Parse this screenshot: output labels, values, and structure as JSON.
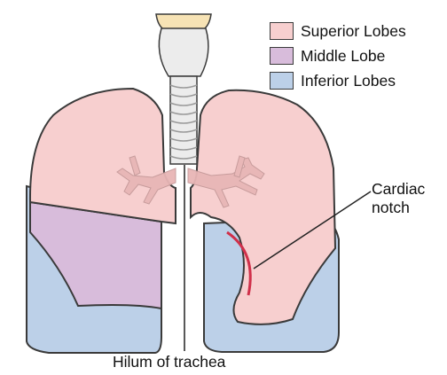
{
  "legend": {
    "items": [
      {
        "label": "Superior Lobes",
        "color": "#f7cfcf"
      },
      {
        "label": "Middle Lobe",
        "color": "#d8bcdb"
      },
      {
        "label": "Inferior Lobes",
        "color": "#bcd0e8"
      }
    ]
  },
  "annotations": {
    "cardiac_line1": "Cardiac",
    "cardiac_line2": "notch",
    "hilum": "Hilum of trachea"
  },
  "colors": {
    "outline": "#3a3a3a",
    "trachea": "#ececec",
    "larynx": "#f7e3b5",
    "bronchi": "#e8b6b6",
    "cardiac_notch": "#d0304a"
  }
}
